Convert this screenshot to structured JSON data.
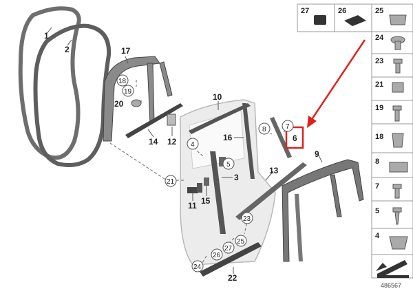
{
  "diagram": {
    "callouts": {
      "c1": "1",
      "c2": "2",
      "c17": "17",
      "c18": "18",
      "c19": "19",
      "c20": "20",
      "c14": "14",
      "c12": "12",
      "c10": "10",
      "c8": "8",
      "c7": "7",
      "c6": "6",
      "c16": "16",
      "c4": "4",
      "c5": "5",
      "c3": "3",
      "c13": "13",
      "c9": "9",
      "c21": "21",
      "c11": "11",
      "c15": "15",
      "c23": "23",
      "c25": "25",
      "c27": "27",
      "c26": "26",
      "c24": "24",
      "c22": "22"
    },
    "highlight_color": "#e02020"
  },
  "parts_panel": {
    "top_row": [
      "27",
      "26",
      "25"
    ],
    "column": [
      "24",
      "23",
      "21",
      "19",
      "18",
      "8",
      "7",
      "5",
      "4"
    ]
  },
  "reference_number": "486567",
  "icons": [
    "door-seal-icon",
    "fastener-icon",
    "arrow-icon"
  ]
}
